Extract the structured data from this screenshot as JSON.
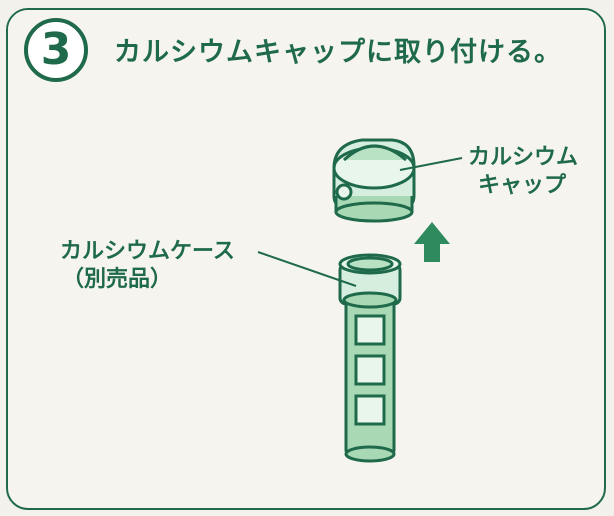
{
  "step": {
    "number": "3",
    "title": "カルシウムキャップに取り付ける。"
  },
  "labels": {
    "cap_line1": "カルシウム",
    "cap_line2": "キャップ",
    "case_line1": "カルシウムケース",
    "case_line2": "（別売品）"
  },
  "colors": {
    "accent": "#1f6a4a",
    "part_fill": "#a8d8b4",
    "part_dark": "#2f8a5e"
  },
  "icons": {
    "arrow": "arrow-up-icon"
  }
}
